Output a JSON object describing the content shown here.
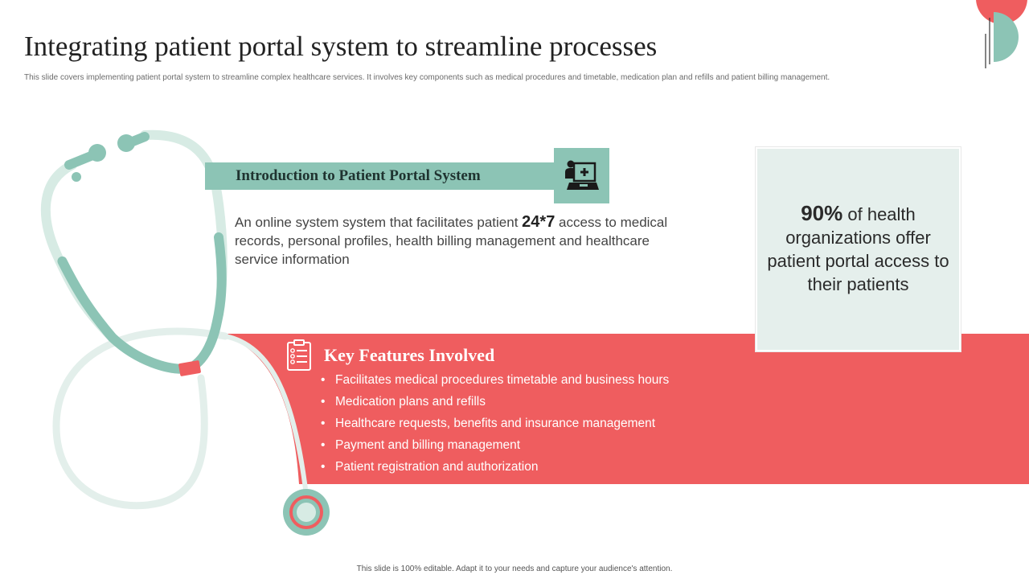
{
  "title": "Integrating patient portal system to streamline processes",
  "subtitle": "This slide covers implementing patient portal system to streamline complex healthcare services. It involves key components such as medical procedures and timetable, medication plan and refills and patient billing management.",
  "intro": {
    "heading": "Introduction  to Patient Portal System",
    "text_before": "An online system system that facilitates patient ",
    "text_highlight": "24*7",
    "text_after": " access to medical records, personal profiles, health billing management and healthcare service information",
    "icon": "doctor-computer-icon"
  },
  "stat": {
    "value": "90%",
    "text": " of health organizations offer patient portal access to their patients"
  },
  "features": {
    "heading": "Key Features Involved",
    "icon": "checklist-icon",
    "items": [
      "Facilitates medical procedures timetable and business hours",
      "Medication plans and refills",
      "Healthcare requests, benefits and insurance management",
      "Payment and billing management",
      "Patient registration and authorization"
    ]
  },
  "footer": "This slide is 100% editable. Adapt it to your needs and capture your audience's attention.",
  "colors": {
    "teal": "#8cc4b5",
    "light_teal": "#d7ebe4",
    "coral": "#ef5d5f",
    "stat_bg": "#e5efec"
  }
}
